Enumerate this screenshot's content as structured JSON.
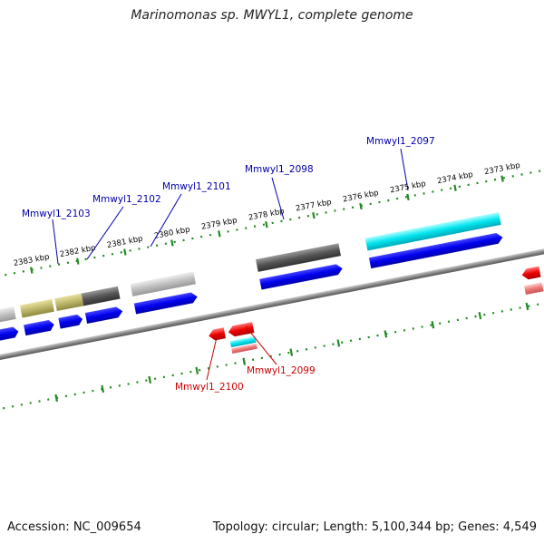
{
  "title": "Marinomonas sp. MWYL1, complete genome",
  "footer": {
    "accession": "Accession: NC_009654",
    "summary": "Topology: circular; Length: 5,100,344 bp; Genes: 4,549"
  },
  "scale_ticks": [
    {
      "label": "2383 kbp"
    },
    {
      "label": "2382 kbp"
    },
    {
      "label": "2381 kbp"
    },
    {
      "label": "2380 kbp"
    },
    {
      "label": "2379 kbp"
    },
    {
      "label": "2378 kbp"
    },
    {
      "label": "2377 kbp"
    },
    {
      "label": "2376 kbp"
    },
    {
      "label": "2375 kbp"
    },
    {
      "label": "2374 kbp"
    },
    {
      "label": "2373 kbp"
    }
  ],
  "gene_labels_top": [
    {
      "label": "Mmwyl1_2103"
    },
    {
      "label": "Mmwyl1_2102"
    },
    {
      "label": "Mmwyl1_2101"
    },
    {
      "label": "Mmwyl1_2098"
    },
    {
      "label": "Mmwyl1_2097"
    }
  ],
  "gene_labels_bottom": [
    {
      "label": "Mmwyl1_2100"
    },
    {
      "label": "Mmwyl1_2099"
    }
  ],
  "colors": {
    "forward_label": "#0000aa",
    "reverse_label": "#cc0000",
    "cds_blue": "#0000ee",
    "reverse_red": "#ee0000",
    "cyan": "#00e5ee",
    "olive": "#bdb76b",
    "dark_grey": "#555555",
    "light_grey": "#c0c0c0",
    "tick_green": "#228b22",
    "backbone": "#888888"
  }
}
